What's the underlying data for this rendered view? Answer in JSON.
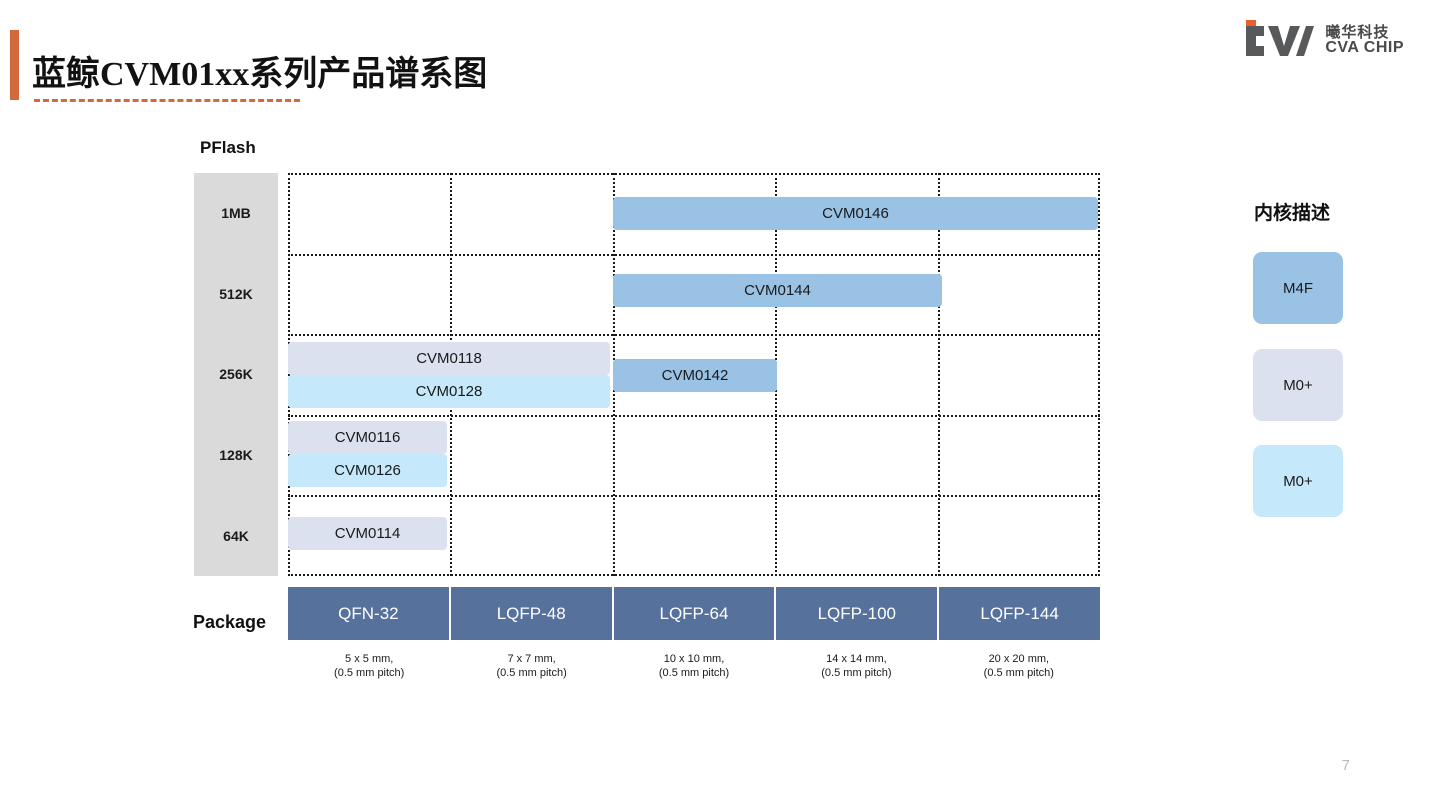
{
  "header": {
    "title": "蓝鲸CVM01xx系列产品谱系图",
    "accent_color": "#D2693A"
  },
  "logo": {
    "brand_cn": "曦华科技",
    "brand_en": "CVA CHIP",
    "mark_color": "#58595B",
    "mark_accent_color": "#E8612C"
  },
  "chart_data": {
    "type": "bar",
    "title": "蓝鲸CVM01xx系列产品谱系图",
    "ylabel": "PFlash",
    "xlabel": "Package",
    "yticks": [
      "1MB",
      "512K",
      "256K",
      "128K",
      "64K"
    ],
    "categories": [
      "QFN-32",
      "LQFP-48",
      "LQFP-64",
      "LQFP-100",
      "LQFP-144"
    ],
    "category_notes": [
      "5 x 5 mm,\n(0.5 mm pitch)",
      "7 x 7 mm,\n(0.5 mm pitch)",
      "10 x 10 mm,\n(0.5 mm pitch)",
      "14 x 14 mm,\n(0.5 mm pitch)",
      "20 x 20 mm,\n(0.5 mm pitch)"
    ],
    "grid": true,
    "legend_position": "right",
    "items": [
      {
        "label": "CVM0146",
        "flash_row": "1MB",
        "col_start": 3,
        "col_end": 5,
        "core": "M4F",
        "color": "#9AC2E5"
      },
      {
        "label": "CVM0144",
        "flash_row": "512K",
        "col_start": 3,
        "col_end": 4,
        "core": "M4F",
        "color": "#9AC2E5"
      },
      {
        "label": "CVM0118",
        "flash_row": "256K",
        "col_start": 1,
        "col_end": 2,
        "core": "M0+",
        "color": "#DCE1F0"
      },
      {
        "label": "CVM0128",
        "flash_row": "256K",
        "col_start": 1,
        "col_end": 2,
        "core": "M0+",
        "color": "#C5E8FA"
      },
      {
        "label": "CVM0142",
        "flash_row": "256K",
        "col_start": 3,
        "col_end": 3,
        "core": "M4F",
        "color": "#9AC2E5"
      },
      {
        "label": "CVM0116",
        "flash_row": "128K",
        "col_start": 1,
        "col_end": 1,
        "core": "M0+",
        "color": "#DCE1F0"
      },
      {
        "label": "CVM0126",
        "flash_row": "128K",
        "col_start": 1,
        "col_end": 1,
        "core": "M0+",
        "color": "#C5E8FA"
      },
      {
        "label": "CVM0114",
        "flash_row": "64K",
        "col_start": 1,
        "col_end": 1,
        "core": "M0+",
        "color": "#DCE1F0"
      }
    ]
  },
  "legend": {
    "title": "内核描述",
    "entries": [
      {
        "label": "M4F",
        "color": "#9AC2E5"
      },
      {
        "label": "M0+",
        "color": "#DCE1F0"
      },
      {
        "label": "M0+",
        "color": "#C5E8FA"
      }
    ]
  },
  "package_header_color": "#56719B",
  "axis_column_color": "#DADADA",
  "footer": {
    "page_number": "7"
  }
}
